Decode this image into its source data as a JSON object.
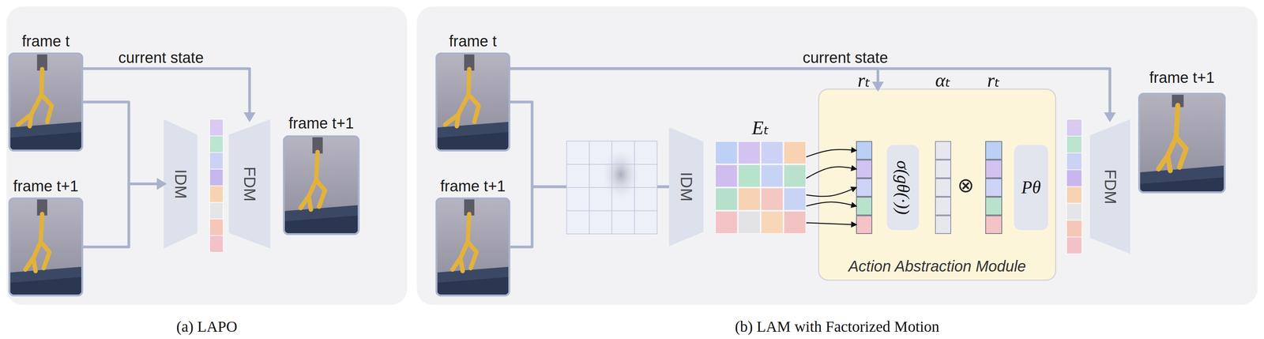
{
  "diagram": {
    "nodes": [
      {
        "text": [
          "(a) LAPO"
        ]
      },
      {
        "text": [
          "frame t"
        ],
        "in": 0
      },
      {
        "text": [
          "frame t+1"
        ],
        "in": 0
      },
      {
        "text": [
          "IDM"
        ],
        "in": 0
      },
      {
        "text": [
          "FDM"
        ],
        "in": 0
      },
      {
        "text": [
          "frame t+1"
        ],
        "in": 0
      },
      {
        "text": [
          "(b) LAM with Factorized Motion"
        ]
      },
      {
        "text": [
          "frame t"
        ],
        "in": 6
      },
      {
        "text": [
          "frame t+1"
        ],
        "in": 6
      },
      {
        "text": [
          "IDM"
        ],
        "in": 6
      },
      {
        "text": [
          "Eₜ"
        ],
        "in": 6
      },
      {
        "text": [
          "Action Abstraction Module"
        ],
        "in": 6
      },
      {
        "text": [
          "rₜ"
        ],
        "in": 11
      },
      {
        "text": [
          "σ(gθ(·))"
        ],
        "in": 11
      },
      {
        "text": [
          "αₜ"
        ],
        "in": 11
      },
      {
        "text": [
          "rₜ"
        ],
        "in": 11
      },
      {
        "text": [
          "Pθ"
        ],
        "in": 11
      },
      {
        "text": [
          "FDM"
        ],
        "in": 6
      },
      {
        "text": [
          "frame t+1"
        ],
        "in": 6
      }
    ],
    "edges": [
      {
        "from": 1,
        "to": 3,
        "arrow": "to"
      },
      {
        "from": 2,
        "to": 3,
        "arrow": "to"
      },
      {
        "from": 1,
        "to": 4,
        "label": "current state",
        "arrow": "to"
      },
      {
        "from": 7,
        "to": 9,
        "arrow": "none"
      },
      {
        "from": 8,
        "to": 9,
        "arrow": "none"
      },
      {
        "from": 7,
        "to": 11,
        "label": "current state",
        "arrow": "to"
      },
      {
        "from": 7,
        "to": 17,
        "arrow": "to"
      },
      {
        "from": 10,
        "to": 12,
        "arrow": "to"
      },
      {
        "from": 10,
        "to": 12,
        "arrow": "to"
      },
      {
        "from": 10,
        "to": 12,
        "arrow": "to"
      },
      {
        "from": 10,
        "to": 12,
        "arrow": "to"
      },
      {
        "from": 10,
        "to": 12,
        "arrow": "to"
      }
    ],
    "labels": [
      "⊗"
    ]
  }
}
